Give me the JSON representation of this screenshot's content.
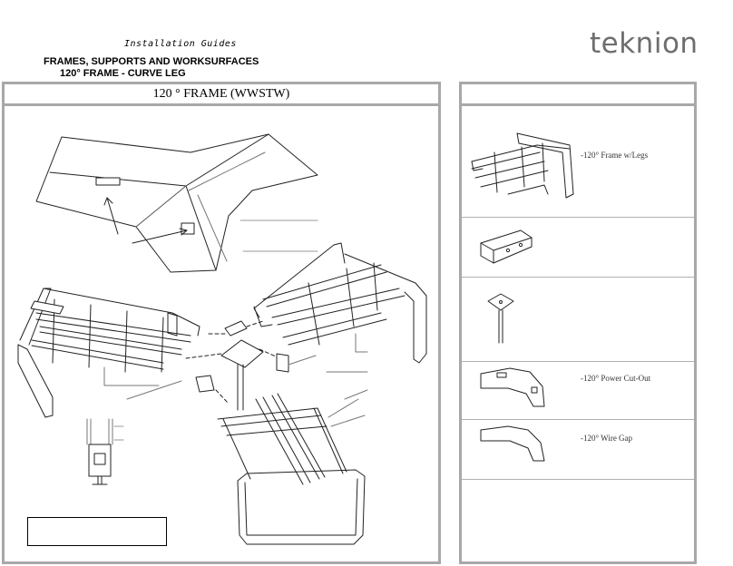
{
  "header": {
    "guide_label": "Installation Guides",
    "title_line1": "FRAMES, SUPPORTS AND WORKSURFACES",
    "title_line2": "120° FRAME - CURVE LEG",
    "brand": "teknion"
  },
  "left_panel": {
    "title": "120 ° FRAME (WWSTW)"
  },
  "parts_panel": {
    "items": [
      {
        "label": "-120° Frame w/Legs",
        "icon": "frame-with-legs-icon"
      },
      {
        "label": "",
        "icon": "bracket-icon"
      },
      {
        "label": "",
        "icon": "center-support-post-icon"
      },
      {
        "label": "-120° Power Cut-Out",
        "icon": "power-cutout-worksurface-icon"
      },
      {
        "label": "-120° Wire Gap",
        "icon": "wire-gap-worksurface-icon"
      }
    ]
  },
  "colors": {
    "frame_border": "#a8a8a8",
    "brand": "#6e6e6e",
    "drawing_line": "#222222"
  }
}
